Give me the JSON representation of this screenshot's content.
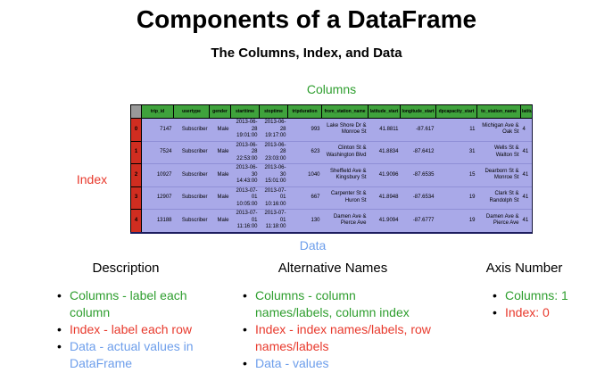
{
  "title": "Components of a DataFrame",
  "subtitle": "The Columns, Index, and Data",
  "labels": {
    "columns": "Columns",
    "index": "Index",
    "data": "Data"
  },
  "colors": {
    "green": "#2e9e2e",
    "red": "#e8392c",
    "blue": "#6d9eeb",
    "header_bg": "#3fa23c",
    "index_bg": "#d02d20",
    "body_bg": "#a9a9e8",
    "corner_bg": "#999999"
  },
  "table": {
    "columns": [
      "trip_id",
      "usertype",
      "gender",
      "starttime",
      "stoptime",
      "tripduration",
      "from_station_name",
      "latitude_start",
      "longitude_start",
      "dpcapacity_start",
      "to_station_name",
      "latitude"
    ],
    "index": [
      "0",
      "1",
      "2",
      "3",
      "4"
    ],
    "rows": [
      [
        "7147",
        "Subscriber",
        "Male",
        "2013-06-28 19:01:00",
        "2013-06-28 19:17:00",
        "993",
        "Lake Shore Dr & Monroe St",
        "41.8811",
        "-87.617",
        "11",
        "Michigan Ave & Oak St",
        "4"
      ],
      [
        "7524",
        "Subscriber",
        "Male",
        "2013-06-28 22:53:00",
        "2013-06-28 23:03:00",
        "623",
        "Clinton St & Washington Blvd",
        "41.8834",
        "-87.6412",
        "31",
        "Wells St & Walton St",
        "41"
      ],
      [
        "10927",
        "Subscriber",
        "Male",
        "2013-06-30 14:43:00",
        "2013-06-30 15:01:00",
        "1040",
        "Sheffield Ave & Kingsbury St",
        "41.9096",
        "-87.6535",
        "15",
        "Dearborn St & Monroe St",
        "41"
      ],
      [
        "12907",
        "Subscriber",
        "Male",
        "2013-07-01 10:05:00",
        "2013-07-01 10:16:00",
        "667",
        "Carpenter St & Huron St",
        "41.8948",
        "-87.6534",
        "19",
        "Clark St & Randolph St",
        "41"
      ],
      [
        "13188",
        "Subscriber",
        "Male",
        "2013-07-01 11:16:00",
        "2013-07-01 11:18:00",
        "130",
        "Damen Ave & Pierce Ave",
        "41.9094",
        "-87.6777",
        "19",
        "Damen Ave & Pierce Ave",
        "41"
      ]
    ]
  },
  "sections": [
    {
      "heading": "Description",
      "items": [
        {
          "text": "Columns - label each column",
          "color": "green"
        },
        {
          "text": "Index - label each row",
          "color": "red"
        },
        {
          "text": "Data - actual values in DataFrame",
          "color": "blue"
        }
      ]
    },
    {
      "heading": "Alternative Names",
      "items": [
        {
          "text": "Columns - column names/labels, column index",
          "color": "green"
        },
        {
          "text": "Index - index names/labels, row names/labels",
          "color": "red"
        },
        {
          "text": "Data - values",
          "color": "blue"
        }
      ]
    },
    {
      "heading": "Axis Number",
      "items": [
        {
          "text": "Columns: 1",
          "color": "green"
        },
        {
          "text": "Index: 0",
          "color": "red"
        }
      ]
    }
  ]
}
